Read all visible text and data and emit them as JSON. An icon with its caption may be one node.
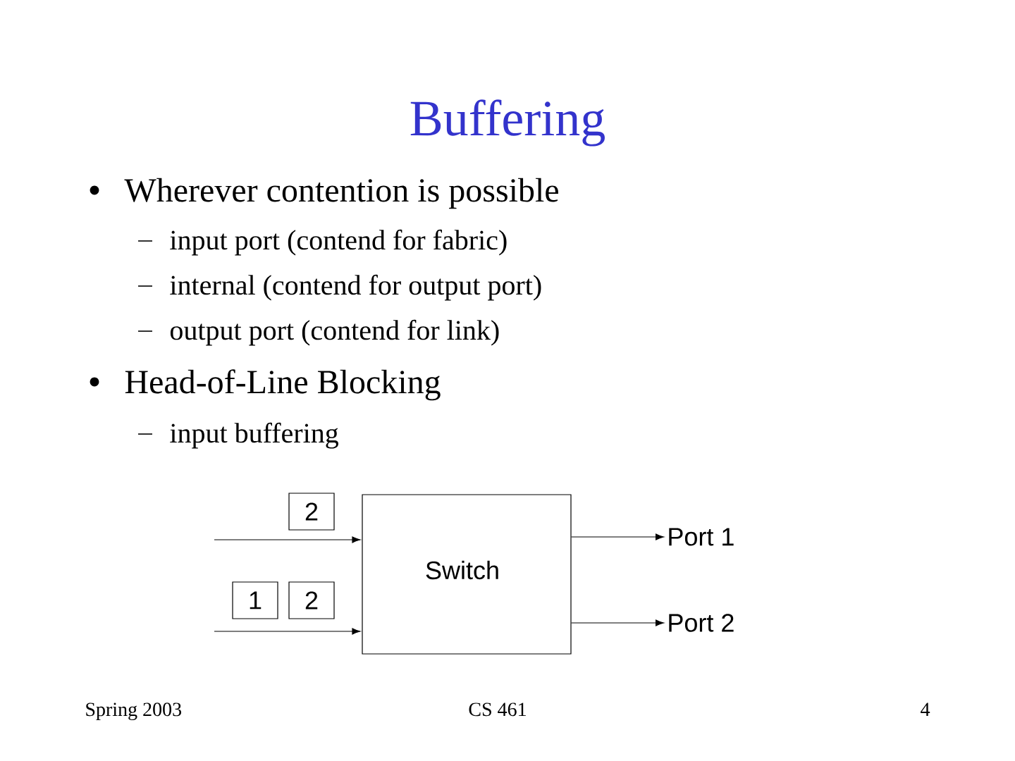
{
  "diagram": {
    "title": "Buffering",
    "nodes": [
      {
        "text": [
          "2"
        ]
      },
      {
        "text": [
          "1"
        ]
      },
      {
        "text": [
          "2"
        ]
      },
      {
        "text": [
          "Switch"
        ]
      },
      {
        "text": [
          "Port 1"
        ]
      },
      {
        "text": [
          "Port 2"
        ]
      }
    ],
    "edges": [
      {
        "from": null,
        "to": 3,
        "arrow": "to"
      },
      {
        "from": null,
        "to": 3,
        "arrow": "to"
      },
      {
        "from": 3,
        "to": 4,
        "arrow": "to"
      },
      {
        "from": 3,
        "to": 5,
        "arrow": "to"
      }
    ],
    "labels": [
      "Wherever contention is possible",
      "input port (contend for fabric)",
      "internal (contend for output port)",
      "output port (contend for link)",
      "Head-of-Line Blocking",
      "input buffering",
      "Spring 2003",
      "CS 461",
      "4"
    ]
  }
}
